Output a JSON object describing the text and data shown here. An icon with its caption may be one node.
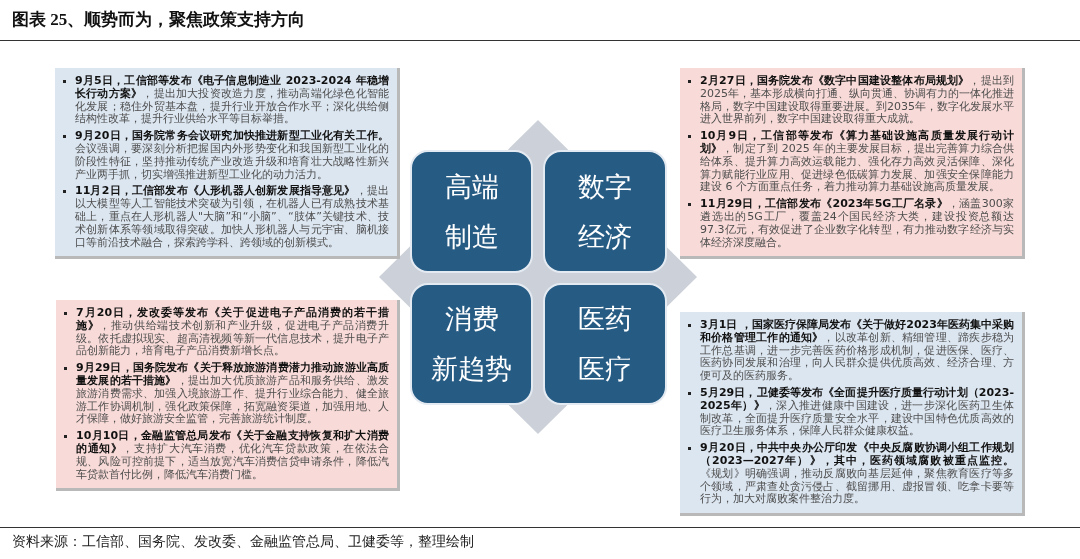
{
  "diagram": {
    "title": "图表 25、顺势而为，聚焦政策支持方向",
    "caption": "资料来源：工信部、国务院、发改委、金融监管总局、卫健委等，整理绘制",
    "nodes": [
      {
        "text": [
          "**9月5日，工信部等发布《电子信息制造业 2023-2024 年稳增长行动方案》**，提出加大投资改造力度，推动高端化绿色化智能化发展；稳住外贸基本盘，提升行业开放合作水平；深化供给侧结构性改革，提升行业供给水平等目标举措。",
          "**9月20日，国务院常务会议研究加快推进新型工业化有关工作。**会议强调，要深刻分析把握国内外形势变化和我国新型工业化的阶段性特征，坚持推动传统产业改造升级和培育壮大战略性新兴产业两手抓，切实增强推进新型工业化的动力活力。",
          "**11月2日，工信部发布《人形机器人创新发展指导意见》**，提出以大模型等人工智能技术突破为引领，在机器人已有成熟技术基础上，重点在人形机器人\"大脑”和“小脑”、“肢体”关键技术、技术创新体系等领域取得突破。加快人形机器人与元宇宙、脑机接口等前沿技术融合，探索跨学科、跨领域的创新模式。"
        ]
      },
      {
        "text": [
          "高端制造"
        ]
      },
      {
        "text": [
          "数字经济"
        ]
      },
      {
        "text": [
          "**2月27日，国务院发布《数字中国建设整体布局规划》**，提出到2025年，基本形成横向打通、纵向贯通、协调有力的一体化推进格局，数字中国建设取得重要进展。到2035年，数字化发展水平进入世界前列，数字中国建设取得重大成就。",
          "**10月9日，工信部等发布《算力基础设施高质量发展行动计划》**，制定了到 2025 年的主要发展目标，提出完善算力综合供给体系、提升算力高效运载能力、强化存力高效灵活保障、深化算力赋能行业应用、促进绿色低碳算力发展、加强安全保障能力建设 6 个方面重点任务，着力推动算力基础设施高质量发展。",
          "**11月29日，工信部发布《2023年5G工厂名录》**，涵盖300家遴选出的5G工厂，覆盖24个国民经济大类，建设投资总额达97.3亿元，有效促进了企业数字化转型，有力推动数字经济与实体经济深度融合。"
        ]
      },
      {
        "text": [
          "**7月20日，发改委等发布《关于促进电子产品消费的若干措施》**，推动供给端技术创新和产业升级，促进电子产品消费升级。依托虚拟现实、超高清视频等新一代信息技术，提升电子产品创新能力，培育电子产品消费新增长点。",
          "**9月29日，国务院发布《关于释放旅游消费潜力推动旅游业高质量发展的若干措施》**，提出加大优质旅游产品和服务供给、激发旅游消费需求、加强入境旅游工作、提升行业综合能力、健全旅游工作协调机制，强化政策保障，拓宽融资渠道，加强用地、人才保障，做好旅游安全监管，完善旅游统计制度。",
          "**10月10日，金融监管总局发布《关于金融支持恢复和扩大消费的通知》**，支持扩大汽车消费，优化汽车贷款政策，在依法合规、风险可控前提下，适当放宽汽车消费信贷申请条件，降低汽车贷款首付比例，降低汽车消费门槛。"
        ]
      },
      {
        "text": [
          "消费新趋势"
        ]
      },
      {
        "text": [
          "医药医疗"
        ]
      },
      {
        "text": [
          "**3月1日 ，国家医疗保障局发布《关于做好2023年医药集中采购和价格管理工作的通知》**，以改革创新、精细管理、蹄疾步稳为工作总基调，进一步完善医药价格形成机制，促进医保、医疗、医药协同发展和治理，向人民群众提供优质高效、经济合理、方便可及的医药服务。",
          "**5月29日，卫健委等发布《全面提升医疗质量行动计划（2023-2025年）》**，深入推进健康中国建设，进一步深化医药卫生体制改革，全面提升医疗质量安全水平，建设中国特色优质高效的医疗卫生服务体系，保障人民群众健康权益。",
          "**9月20日，中共中央办公厅印发《中央反腐败协调小组工作规划（2023—2027年）》，其中，医药领域腐败被重点监控。**《规划》明确强调，推动反腐败向基层延伸，聚焦教育医疗等多个领域，严肃查处贪污侵占、截留挪用、虚报冒领、吃拿卡要等行为，加大对腐败案件整治力度。"
        ]
      }
    ]
  }
}
